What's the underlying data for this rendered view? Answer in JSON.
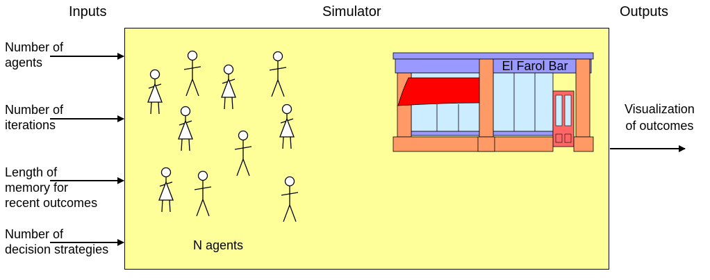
{
  "headers": {
    "inputs": "Inputs",
    "simulator": "Simulator",
    "outputs": "Outputs"
  },
  "inputs": [
    "Number of\nagents",
    "Number of\niterations",
    "Length of\nmemory for\nrecent outcomes",
    "Number of\ndecision strategies"
  ],
  "output": "Visualization\nof outcomes",
  "agents_label": "N agents",
  "bar_sign": "El Farol Bar",
  "colors": {
    "simulator_fill": "#ffff99",
    "awning": "#ff0000",
    "facade_top": "#9999ff",
    "columns": "#ff9966",
    "windows": "#ccecff",
    "door": "#ff6666"
  },
  "figures": [
    {
      "type": "female"
    },
    {
      "type": "male"
    },
    {
      "type": "female"
    },
    {
      "type": "male"
    },
    {
      "type": "female"
    },
    {
      "type": "female"
    },
    {
      "type": "male"
    },
    {
      "type": "female"
    },
    {
      "type": "male"
    },
    {
      "type": "male"
    }
  ]
}
